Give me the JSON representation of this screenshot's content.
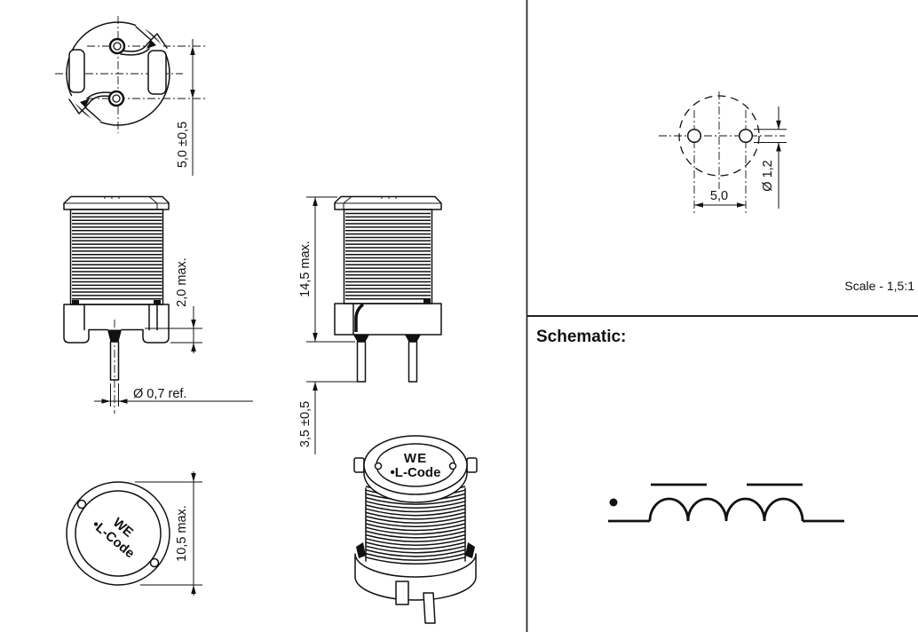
{
  "labels": {
    "scale": "Scale - 1,5:1",
    "schematic": "Schematic:"
  },
  "marking": {
    "brand": "WE",
    "lcode": "•L-Code"
  },
  "dims": {
    "pin_spacing": "5,0 ±0,5",
    "standoff": "2,0 max.",
    "pin_diameter": "Ø 0,7 ref.",
    "height": "14,5 max.",
    "pin_length": "3,5 ±0,5",
    "body_diameter": "10,5 max.",
    "pad_pitch": "5,0",
    "drill_diameter": "Ø 1,2"
  }
}
